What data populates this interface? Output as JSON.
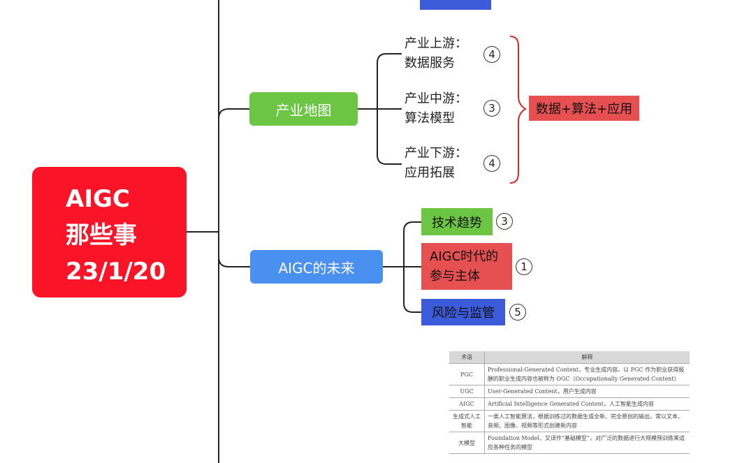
{
  "root": {
    "line1": "AIGC",
    "line2": "那些事",
    "line3": "23/1/20"
  },
  "industry_map": {
    "label": "产业地图",
    "items": [
      {
        "line1": "产业上游：",
        "line2": "数据服务",
        "count": "4"
      },
      {
        "line1": "产业中游：",
        "line2": "算法模型",
        "count": "3"
      },
      {
        "line1": "产业下游：",
        "line2": "应用拓展",
        "count": "4"
      }
    ],
    "summary": "数据+算法+应用"
  },
  "future": {
    "label": "AIGC的未来",
    "items": [
      {
        "label": "技术趋势",
        "count": "3"
      },
      {
        "line1": "AIGC时代的",
        "line2": "参与主体",
        "count": "1"
      },
      {
        "label": "风险与监管",
        "count": "5"
      }
    ]
  },
  "terms_table": {
    "headers": [
      "术语",
      "解释"
    ],
    "rows": [
      {
        "term": "PGC",
        "desc": "Professional-Generated Content，专业生成内容。以 PGC 作为职业获得报酬的职业生成内容也被称为 OGC（Occupationally Generated Content）"
      },
      {
        "term": "UGC",
        "desc": "User-Generated Content，用户生成内容"
      },
      {
        "term": "AIGC",
        "desc": "Artificial Intelligence Generated Content，人工智能生成内容"
      },
      {
        "term": "生成式人工智能",
        "desc": "一类人工智能算法，根据训练过的数据生成全新、完全原创的输出，常以文本、音频、图像、视频等形式创建新内容"
      },
      {
        "term": "大模型",
        "desc": "Foundation Model，又译作“基础模型”，对广泛的数据进行大规模预训练来适应各种任务的模型"
      }
    ]
  },
  "colors": {
    "root": "#fa1428",
    "green": "#6cc644",
    "blue": "#4a90f0",
    "red": "#e65050",
    "darkblue": "#3b5bdb",
    "brace": "#d62828"
  }
}
